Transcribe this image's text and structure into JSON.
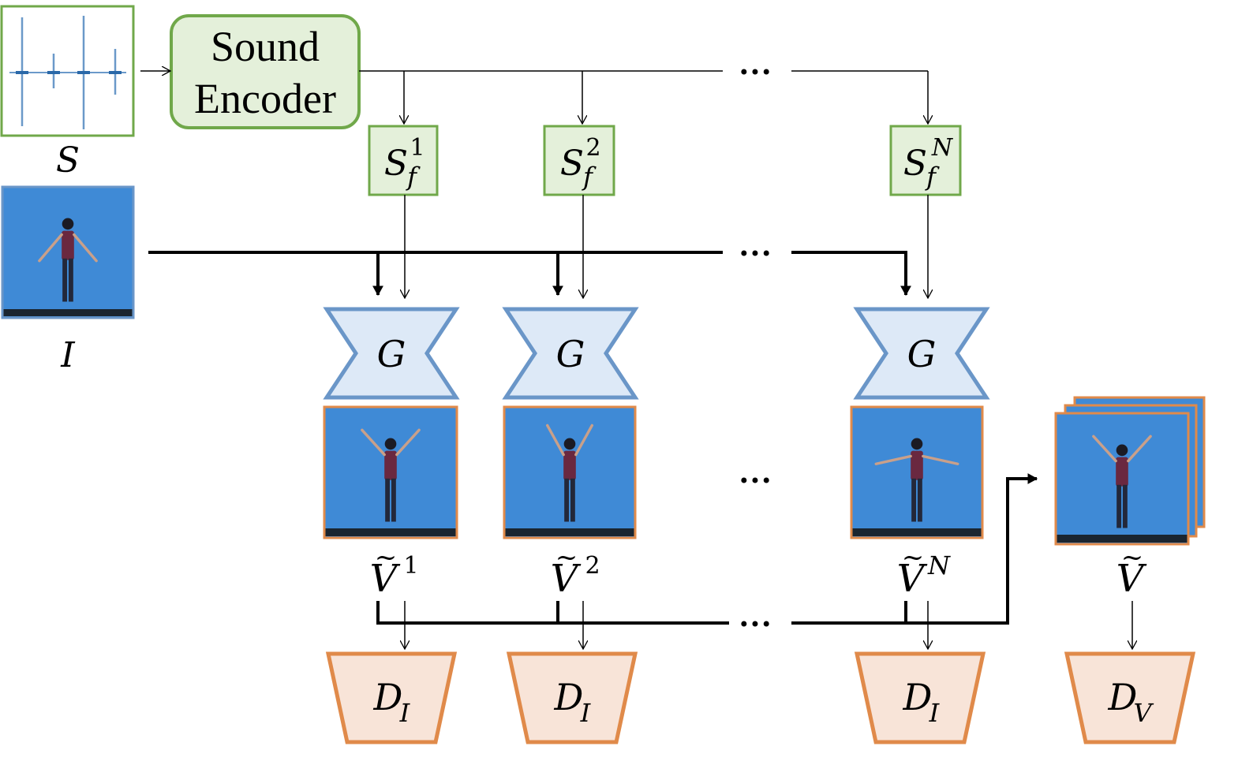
{
  "colors": {
    "green_border": "#70a84a",
    "green_fill": "#e4f0da",
    "blue_border": "#6a96c8",
    "blue_fill": "#dde9f7",
    "orange_border": "#e08a4a",
    "orange_fill": "#f8e4d8",
    "photo_bg": "#3f8ad6",
    "line": "#000000"
  },
  "input_sound": {
    "symbol": "S"
  },
  "input_image": {
    "symbol": "I"
  },
  "sound_encoder": {
    "line1": "Sound",
    "line2": "Encoder"
  },
  "sound_features": [
    {
      "base": "S",
      "sup": "1",
      "sub": "f"
    },
    {
      "base": "S",
      "sup": "2",
      "sub": "f"
    },
    {
      "base": "S",
      "sup": "N",
      "sub": "f"
    }
  ],
  "generator": {
    "symbol": "G"
  },
  "frames": [
    {
      "base": "V",
      "tilde": "~",
      "sup": "1"
    },
    {
      "base": "V",
      "tilde": "~",
      "sup": "2"
    },
    {
      "base": "V",
      "tilde": "~",
      "sup": "N"
    }
  ],
  "video": {
    "base": "V",
    "tilde": "~"
  },
  "image_discriminator": {
    "base": "D",
    "sub": "I"
  },
  "video_discriminator": {
    "base": "D",
    "sub": "V"
  },
  "ellipsis": "•••"
}
